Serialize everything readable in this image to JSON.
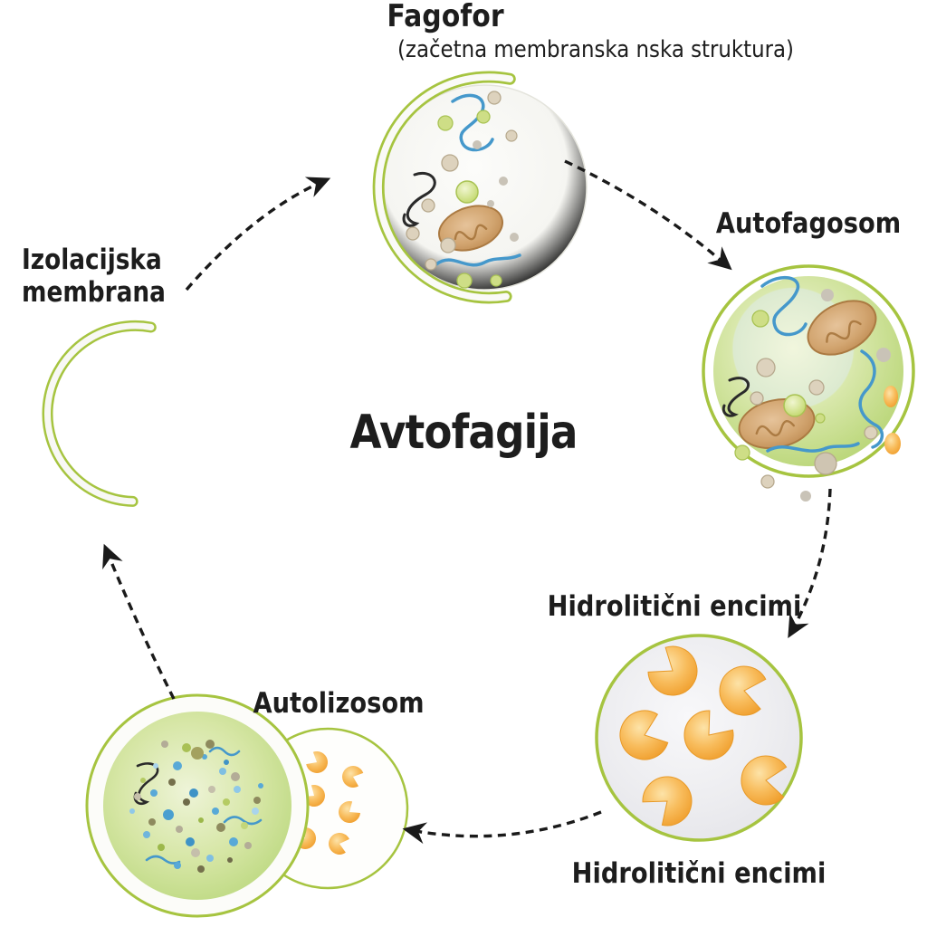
{
  "diagram": {
    "title": "Avtofagija",
    "labels": {
      "fagofor": "Fagofor",
      "fagofor_sub": "(začetna membranska nska struktura)",
      "autofagosom": "Autofagosom",
      "hidroliticni_top": "Hidrolitični encimi",
      "hidroliticni_bottom": "Hidrolitični encimi",
      "autolizosom": "Autolizosom",
      "izolacijska_membrana": "Izolacijska membrana"
    },
    "colors": {
      "membrane_green": "#a6c440",
      "autophagosome_fill": "#c9df92",
      "lysosome_fill": "#ebebee",
      "enzyme_orange": "#f5a93c",
      "mitochondrion_tan": "#c99c67",
      "rna_blue": "#4598cb",
      "arrow_black": "#1a1a1a",
      "text_black": "#1d1d1d"
    }
  }
}
